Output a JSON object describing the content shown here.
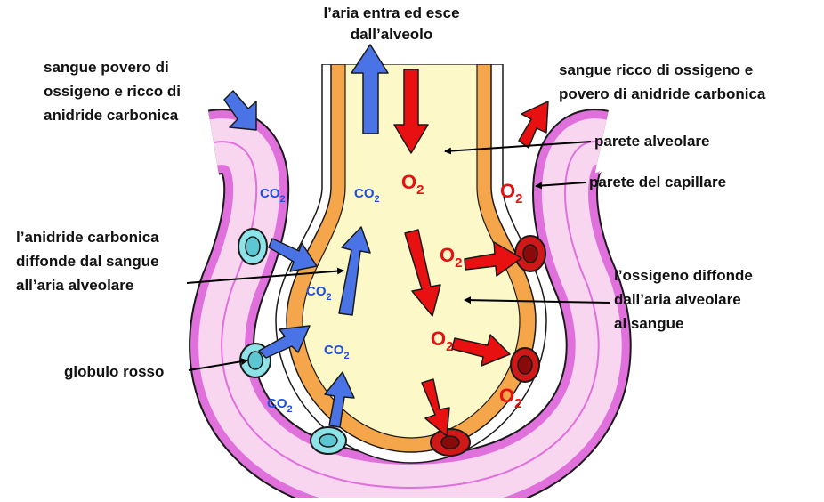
{
  "labels": {
    "air_in_out_1": "l’aria entra ed esce",
    "air_in_out_2": "dall’alveolo",
    "poor_blood_1": "sangue povero di",
    "poor_blood_2": "ossigeno e ricco di",
    "poor_blood_3": "anidride carbonica",
    "rich_blood_1": "sangue ricco di ossigeno e",
    "rich_blood_2": "povero di anidride carbonica",
    "alveolar_wall": "parete alveolare",
    "capillary_wall": "parete del capillare",
    "co2_diffuses_1": "l’anidride carbonica",
    "co2_diffuses_2": "diffonde dal sangue",
    "co2_diffuses_3": "all’aria alveolare",
    "o2_diffuses_1": "l’ossigeno diffonde",
    "o2_diffuses_2": "dall’aria alveolare",
    "o2_diffuses_3": "al sangue",
    "red_cell": "globulo rosso"
  },
  "symbols": {
    "co2_main": "CO",
    "co2_sub": "2",
    "o2_main": "O",
    "o2_sub": "2"
  },
  "colors": {
    "capillary_fill": "#f9d6f0",
    "capillary_stroke": "#e070dc",
    "capillary_dark": "#1a1a1a",
    "alveolus_fill": "#fdf8c8",
    "alveolus_wall": "#f5a54a",
    "blue_arrow": "#4a74e6",
    "red_arrow": "#e81010",
    "poor_cell": "#8de3e8",
    "rich_cell": "#d01818",
    "co2_text": "#1f4fe0",
    "o2_text": "#e81010"
  }
}
